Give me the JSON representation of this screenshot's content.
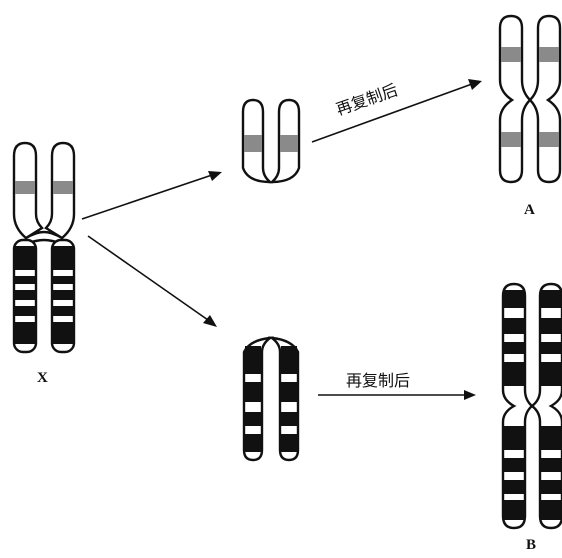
{
  "labels": {
    "x": "X",
    "a": "A",
    "b": "B"
  },
  "arrows": {
    "upper_caption": "再复制后",
    "lower_caption": "再复制后"
  },
  "colors": {
    "ink": "#111111",
    "grey_band": "#8a8a8a",
    "background": "#ffffff"
  }
}
